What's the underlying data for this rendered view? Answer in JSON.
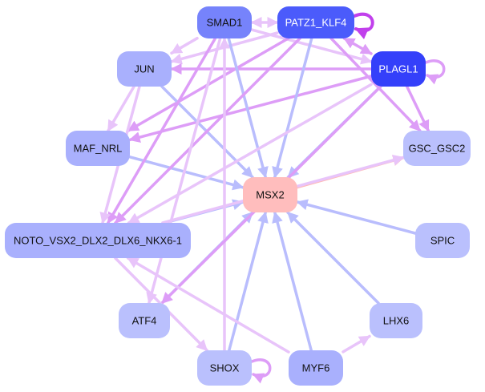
{
  "diagram": {
    "type": "gene-regulatory-network",
    "colors": {
      "edge_blue": "#b9bdfd",
      "edge_pink": "#e8c4fa",
      "edge_purple": "#dd9df7",
      "edge_strong_purple": "#c140ec",
      "edge_salmon": "#ffb9b6",
      "node_pale": "#bac0fd",
      "node_light": "#a9b0fd",
      "node_mid": "#7683fb",
      "node_strong": "#4b5bfb",
      "node_deep": "#3440fa",
      "node_target": "#ffbdbd",
      "text_dark": "#111111",
      "text_light": "#ffffff"
    },
    "nodes": [
      {
        "id": "SMAD1",
        "label": "SMAD1",
        "fill": "#7683fb",
        "text": "#111111"
      },
      {
        "id": "PATZ1_KLF4",
        "label": "PATZ1_KLF4",
        "fill": "#4b5bfb",
        "text": "#ffffff"
      },
      {
        "id": "JUN",
        "label": "JUN",
        "fill": "#a9b0fd",
        "text": "#111111"
      },
      {
        "id": "PLAGL1",
        "label": "PLAGL1",
        "fill": "#3440fa",
        "text": "#ffffff"
      },
      {
        "id": "MAF_NRL",
        "label": "MAF_NRL",
        "fill": "#a9b0fd",
        "text": "#111111"
      },
      {
        "id": "GSC_GSC2",
        "label": "GSC_GSC2",
        "fill": "#bac0fd",
        "text": "#111111"
      },
      {
        "id": "MSX2",
        "label": "MSX2",
        "fill": "#ffbdbd",
        "text": "#111111"
      },
      {
        "id": "NOTO",
        "label": "NOTO_VSX2_DLX2_DLX6_NKX6-1",
        "fill": "#a9b0fd",
        "text": "#111111"
      },
      {
        "id": "SPIC",
        "label": "SPIC",
        "fill": "#bac0fd",
        "text": "#111111"
      },
      {
        "id": "ATF4",
        "label": "ATF4",
        "fill": "#bac0fd",
        "text": "#111111"
      },
      {
        "id": "LHX6",
        "label": "LHX6",
        "fill": "#bac0fd",
        "text": "#111111"
      },
      {
        "id": "SHOX",
        "label": "SHOX",
        "fill": "#bac0fd",
        "text": "#111111"
      },
      {
        "id": "MYF6",
        "label": "MYF6",
        "fill": "#a9b0fd",
        "text": "#111111"
      }
    ],
    "edges": [
      {
        "from": "SMAD1",
        "to": "PATZ1_KLF4",
        "color": "#e8c4fa",
        "bidirectional": true
      },
      {
        "from": "PATZ1_KLF4",
        "to": "PATZ1_KLF4",
        "color": "#c140ec",
        "self": true
      },
      {
        "from": "PLAGL1",
        "to": "PLAGL1",
        "color": "#dd9df7",
        "self": true
      },
      {
        "from": "SHOX",
        "to": "SHOX",
        "color": "#dd9df7",
        "self": true
      },
      {
        "from": "PATZ1_KLF4",
        "to": "PLAGL1",
        "color": "#dd9df7",
        "bidirectional": true
      },
      {
        "from": "SMAD1",
        "to": "JUN",
        "color": "#e8c4fa"
      },
      {
        "from": "PATZ1_KLF4",
        "to": "JUN",
        "color": "#e8c4fa"
      },
      {
        "from": "PLAGL1",
        "to": "JUN",
        "color": "#dd9df7"
      },
      {
        "from": "SMAD1",
        "to": "PLAGL1",
        "color": "#e8c4fa"
      },
      {
        "from": "JUN",
        "to": "MAF_NRL",
        "color": "#e8c4fa"
      },
      {
        "from": "PATZ1_KLF4",
        "to": "MAF_NRL",
        "color": "#dd9df7"
      },
      {
        "from": "PLAGL1",
        "to": "MAF_NRL",
        "color": "#dd9df7"
      },
      {
        "from": "SMAD1",
        "to": "MSX2",
        "color": "#b9bdfd"
      },
      {
        "from": "PATZ1_KLF4",
        "to": "MSX2",
        "color": "#b9bdfd"
      },
      {
        "from": "PLAGL1",
        "to": "MSX2",
        "color": "#b9bdfd"
      },
      {
        "from": "JUN",
        "to": "MSX2",
        "color": "#b9bdfd"
      },
      {
        "from": "MAF_NRL",
        "to": "MSX2",
        "color": "#b9bdfd"
      },
      {
        "from": "NOTO",
        "to": "MSX2",
        "color": "#b9bdfd"
      },
      {
        "from": "SPIC",
        "to": "MSX2",
        "color": "#b9bdfd"
      },
      {
        "from": "ATF4",
        "to": "MSX2",
        "color": "#b9bdfd"
      },
      {
        "from": "LHX6",
        "to": "MSX2",
        "color": "#b9bdfd"
      },
      {
        "from": "SHOX",
        "to": "MSX2",
        "color": "#b9bdfd"
      },
      {
        "from": "MYF6",
        "to": "MSX2",
        "color": "#b9bdfd"
      },
      {
        "from": "MSX2",
        "to": "GSC_GSC2",
        "color": "#ffb9b6"
      },
      {
        "from": "PATZ1_KLF4",
        "to": "GSC_GSC2",
        "color": "#dd9df7"
      },
      {
        "from": "PLAGL1",
        "to": "GSC_GSC2",
        "color": "#dd9df7"
      },
      {
        "from": "NOTO",
        "to": "GSC_GSC2",
        "color": "#e8c4fa"
      },
      {
        "from": "SMAD1",
        "to": "NOTO",
        "color": "#dd9df7"
      },
      {
        "from": "PATZ1_KLF4",
        "to": "NOTO",
        "color": "#dd9df7"
      },
      {
        "from": "PLAGL1",
        "to": "NOTO",
        "color": "#e8c4fa"
      },
      {
        "from": "JUN",
        "to": "NOTO",
        "color": "#e8c4fa"
      },
      {
        "from": "SHOX",
        "to": "SMAD1",
        "color": "#e8c4fa"
      },
      {
        "from": "PLAGL1",
        "to": "ATF4",
        "color": "#dd9df7"
      },
      {
        "from": "SMAD1",
        "to": "ATF4",
        "color": "#e8c4fa"
      },
      {
        "from": "NOTO",
        "to": "SHOX",
        "color": "#e8c4fa"
      },
      {
        "from": "MYF6",
        "to": "NOTO",
        "color": "#e8c4fa"
      },
      {
        "from": "MYF6",
        "to": "LHX6",
        "color": "#e8c4fa"
      }
    ]
  }
}
